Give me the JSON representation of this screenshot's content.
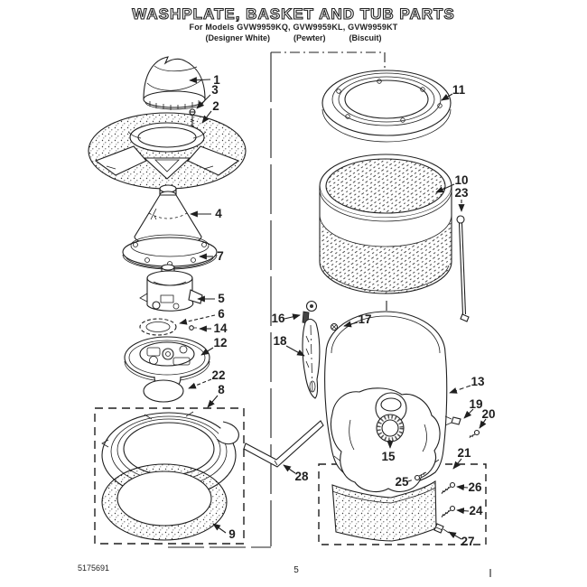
{
  "header": {
    "title": "WASHPLATE, BASKET AND TUB PARTS",
    "models_line": "For Models GVW9959KQ, GVW9959KL, GVW9959KT",
    "color_labels": [
      "(Designer White)",
      "(Pewter)",
      "(Biscuit)"
    ]
  },
  "footer": {
    "doc_number": "5175691",
    "page_number": "5"
  },
  "colors": {
    "ink": "#1f1f1f",
    "paper": "#ffffff"
  },
  "callouts": {
    "c1": "1",
    "c2": "2",
    "c3": "3",
    "c4": "4",
    "c5": "5",
    "c6": "6",
    "c7": "7",
    "c8": "8",
    "c9": "9",
    "c10": "10",
    "c11": "11",
    "c12": "12",
    "c13": "13",
    "c14": "14",
    "c15": "15",
    "c16": "16",
    "c17": "17",
    "c18": "18",
    "c19": "19",
    "c20": "20",
    "c21": "21",
    "c22": "22",
    "c23": "23",
    "c24": "24",
    "c25": "25",
    "c26": "26",
    "c27": "27",
    "c28": "28"
  }
}
